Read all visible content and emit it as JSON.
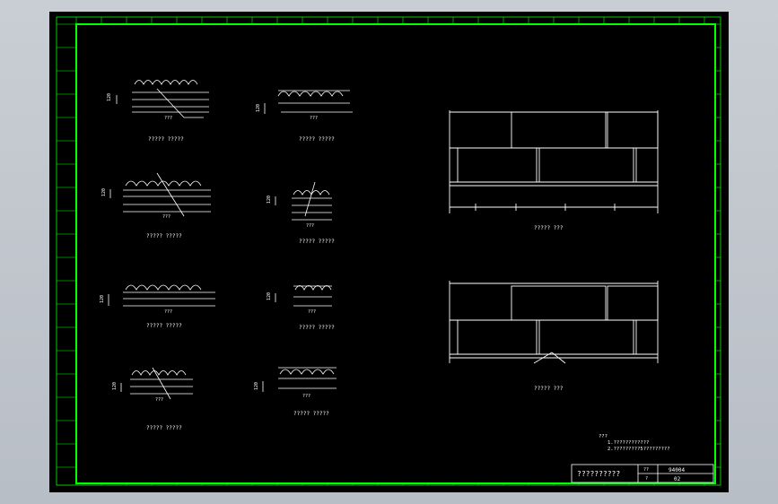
{
  "colors": {
    "frame": "#00ff00",
    "lines": "#ffffff",
    "background": "#000000",
    "viewport": "#c9ced4"
  },
  "details": {
    "left_col_1": {
      "title": "????? ?????",
      "left_dim": "120",
      "bottom_dim": "???"
    },
    "left_col_2": {
      "title": "????? ?????",
      "left_dim": "120",
      "bottom_dim": "???"
    },
    "left_col_3": {
      "title": "????? ?????",
      "left_dim": "120",
      "bottom_dim": "???"
    },
    "left_col_4": {
      "title": "????? ?????",
      "left_dim": "120",
      "bottom_dim": "???"
    },
    "mid_col_1": {
      "title": "????? ?????",
      "left_dim": "120",
      "bottom_dim": "???"
    },
    "mid_col_2": {
      "title": "????? ?????",
      "left_dim": "120",
      "bottom_dim": "???"
    },
    "mid_col_3": {
      "title": "????? ?????",
      "left_dim": "120",
      "bottom_dim": "???"
    },
    "mid_col_4": {
      "title": "????? ?????",
      "left_dim": "120",
      "bottom_dim": "???"
    }
  },
  "sections": {
    "upper": {
      "title": "????? ???"
    },
    "lower": {
      "title": "????? ???"
    }
  },
  "notes": {
    "heading": "???",
    "line1": "1.????????????",
    "line2": "2.?????????5?????????"
  },
  "title_block": {
    "name": "??????????",
    "label_a": "??",
    "label_b": "?",
    "code": "94004",
    "sheet": "02"
  }
}
